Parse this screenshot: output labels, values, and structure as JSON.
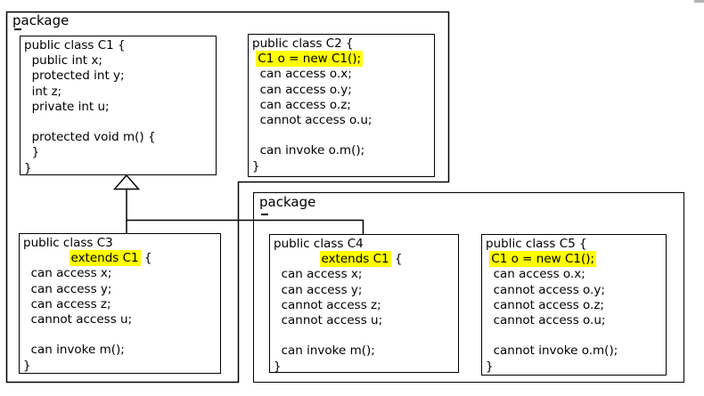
{
  "packages": [
    {
      "label": "package"
    },
    {
      "label": "package"
    }
  ],
  "highlight_color": "#ffff00",
  "classes": [
    {
      "name": "C1",
      "lines": [
        [
          {
            "t": "public class C1 {"
          }
        ],
        [
          {
            "t": "  public int x;"
          }
        ],
        [
          {
            "t": "  protected int y;"
          }
        ],
        [
          {
            "t": "  int z;"
          }
        ],
        [
          {
            "t": "  private int u;"
          }
        ],
        [
          {
            "t": " "
          }
        ],
        [
          {
            "t": "  protected void m() {"
          }
        ],
        [
          {
            "t": "  }"
          }
        ],
        [
          {
            "t": "}"
          }
        ]
      ]
    },
    {
      "name": "C2",
      "lines": [
        [
          {
            "t": "public class C2 {"
          }
        ],
        [
          {
            "t": " "
          },
          {
            "t": "C1 o = new C1();",
            "h": true
          }
        ],
        [
          {
            "t": "  can access o.x;"
          }
        ],
        [
          {
            "t": "  can access o.y;"
          }
        ],
        [
          {
            "t": "  can access o.z;"
          }
        ],
        [
          {
            "t": "  cannot access o.u;"
          }
        ],
        [
          {
            "t": " "
          }
        ],
        [
          {
            "t": "  can invoke o.m();"
          }
        ],
        [
          {
            "t": "}"
          }
        ]
      ]
    },
    {
      "name": "C3",
      "lines": [
        [
          {
            "t": "public class C3"
          }
        ],
        [
          {
            "t": "            "
          },
          {
            "t": "extends C1",
            "h": true
          },
          {
            "t": " {"
          }
        ],
        [
          {
            "t": "  can access x;"
          }
        ],
        [
          {
            "t": "  can access y;"
          }
        ],
        [
          {
            "t": "  can access z;"
          }
        ],
        [
          {
            "t": "  cannot access u;"
          }
        ],
        [
          {
            "t": " "
          }
        ],
        [
          {
            "t": "  can invoke m();"
          }
        ],
        [
          {
            "t": "}"
          }
        ]
      ]
    },
    {
      "name": "C4",
      "lines": [
        [
          {
            "t": "public class C4"
          }
        ],
        [
          {
            "t": "            "
          },
          {
            "t": "extends C1",
            "h": true
          },
          {
            "t": " {"
          }
        ],
        [
          {
            "t": "  can access x;"
          }
        ],
        [
          {
            "t": "  can access y;"
          }
        ],
        [
          {
            "t": "  cannot access z;"
          }
        ],
        [
          {
            "t": "  cannot access u;"
          }
        ],
        [
          {
            "t": " "
          }
        ],
        [
          {
            "t": "  can invoke m();"
          }
        ],
        [
          {
            "t": "}"
          }
        ]
      ]
    },
    {
      "name": "C5",
      "lines": [
        [
          {
            "t": "public class C5 {"
          }
        ],
        [
          {
            "t": " "
          },
          {
            "t": "C1 o = new C1();",
            "h": true
          }
        ],
        [
          {
            "t": "  can access o.x;"
          }
        ],
        [
          {
            "t": "  cannot access o.y;"
          }
        ],
        [
          {
            "t": "  cannot access o.z;"
          }
        ],
        [
          {
            "t": "  cannot access o.u;"
          }
        ],
        [
          {
            "t": " "
          }
        ],
        [
          {
            "t": "  cannot invoke o.m();"
          }
        ],
        [
          {
            "t": "}"
          }
        ]
      ]
    }
  ]
}
